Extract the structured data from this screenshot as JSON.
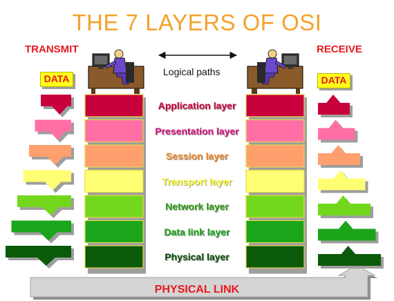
{
  "title": "THE 7 LAYERS OF OSI",
  "transmit_label": "TRANSMIT",
  "receive_label": "RECEIVE",
  "logical_paths_label": "Logical paths",
  "data_label": "DATA",
  "physical_link_label": "PHYSICAL LINK",
  "layers": [
    {
      "name": "Application layer",
      "color": "#c8003c",
      "text_color": "#c8003c"
    },
    {
      "name": "Presentation layer",
      "color": "#ff6fa6",
      "text_color": "#d4127a"
    },
    {
      "name": "Session layer",
      "color": "#ff9f6e",
      "text_color": "#f08a2c"
    },
    {
      "name": "Transport layer",
      "color": "#ffff73",
      "text_color": "#ffff33"
    },
    {
      "name": "Network layer",
      "color": "#73d81c",
      "text_color": "#2e9e12"
    },
    {
      "name": "Data link layer",
      "color": "#1aa51a",
      "text_color": "#1aa51a"
    },
    {
      "name": "Physical layer",
      "color": "#0a5a0a",
      "text_color": "#0a4a0a"
    }
  ],
  "colors": {
    "title": "#f4a12a",
    "label_red": "#e8181e",
    "data_badge": "#ffff1a",
    "physical_link_bar": "#d4d4d4"
  },
  "icons": [
    "computer-user-icon",
    "double-arrow-icon"
  ]
}
